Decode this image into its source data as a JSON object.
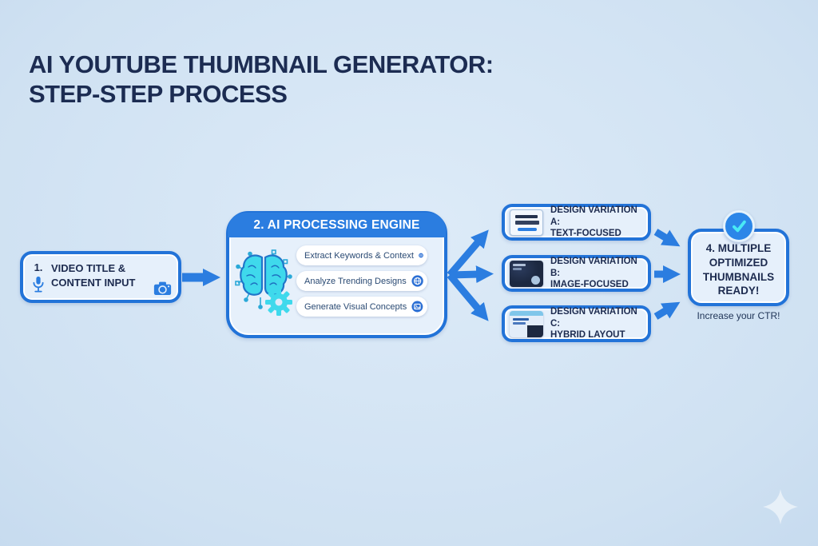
{
  "title": {
    "line1": "AI YOUTUBE THUMBNAIL GENERATOR:",
    "line2": "STEP-STEP PROCESS"
  },
  "flow": {
    "step1": {
      "number": "1.",
      "label": "VIDEO TITLE & CONTENT INPUT"
    },
    "step2": {
      "header": "2. AI PROCESSING ENGINE",
      "items": [
        {
          "label": "Extract Keywords & Context",
          "icon": "keyboard-icon"
        },
        {
          "label": "Analyze Trending Designs",
          "icon": "globe-icon"
        },
        {
          "label": "Generate Visual Concepts",
          "icon": "image-icon"
        }
      ]
    },
    "variations": [
      {
        "title": "DESIGN VARIATION A:",
        "subtitle": "TEXT-FOCUSED",
        "thumb": "text-focused-thumbnail"
      },
      {
        "title": "DESIGN VARIATION B:",
        "subtitle": "IMAGE-FOCUSED",
        "thumb": "image-focused-thumbnail"
      },
      {
        "title": "DESIGN VARIATION C:",
        "subtitle": "HYBRID LAYOUT",
        "thumb": "hybrid-layout-thumbnail"
      }
    ],
    "step4": {
      "label": "4. MULTIPLE OPTIMIZED THUMBNAILS READY!",
      "caption": "Increase your CTR!"
    }
  },
  "colors": {
    "accent_blue": "#2b7de0",
    "border_blue": "#2273d8",
    "cyan": "#3fd9ec",
    "title_navy": "#1c2c52",
    "box_fill": "#e6f0fb"
  }
}
